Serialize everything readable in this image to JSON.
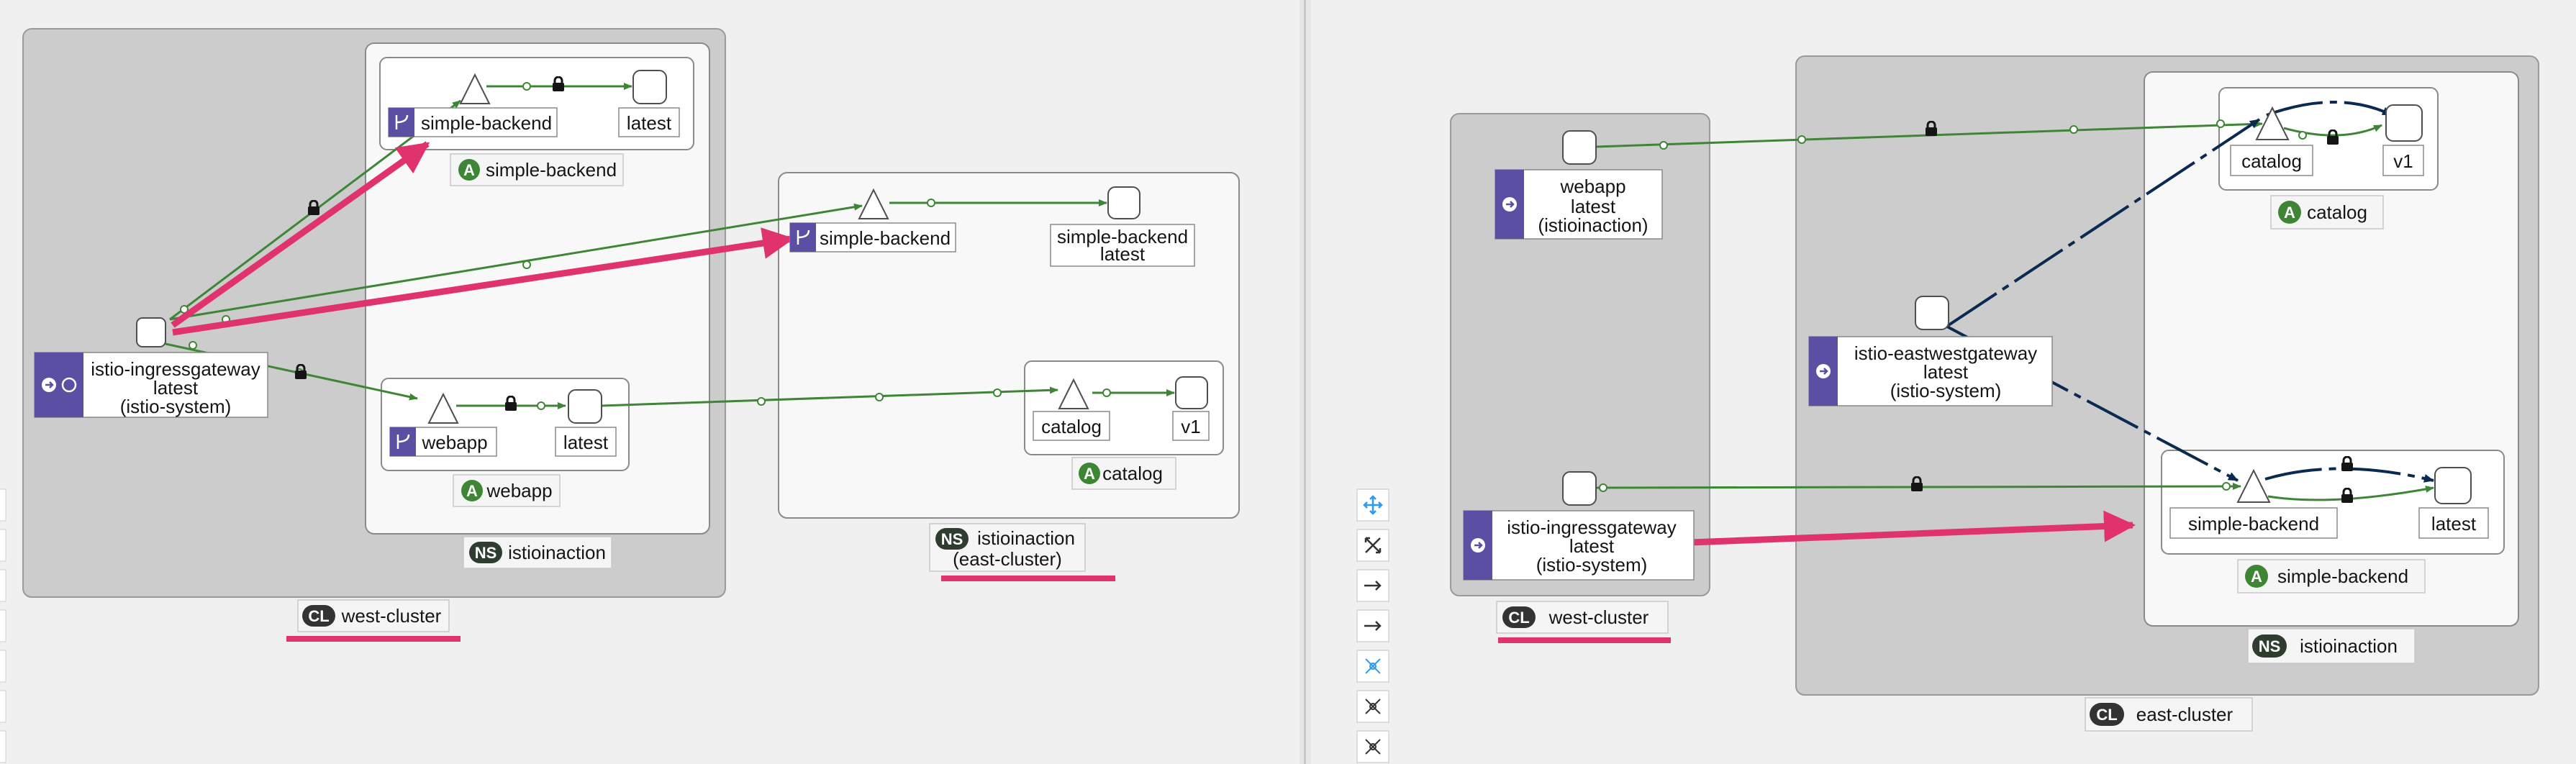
{
  "left_panel": {
    "clusters": [
      {
        "badge": "CL",
        "name": "west-cluster"
      }
    ],
    "namespaces": [
      {
        "badge": "NS",
        "name": "istioinaction"
      },
      {
        "badge": "NS",
        "name": "istioinaction",
        "sub": "(east-cluster)"
      }
    ],
    "apps": [
      {
        "badge": "A",
        "name": "simple-backend"
      },
      {
        "badge": "A",
        "name": "webapp"
      },
      {
        "badge": "A",
        "name": "catalog"
      }
    ],
    "nodes": {
      "gateway": [
        "istio-ingressgateway",
        "latest",
        "(istio-system)"
      ],
      "svc_simple_backend": "simple-backend",
      "ver_simple_backend": "latest",
      "svc_webapp": "webapp",
      "ver_webapp": "latest",
      "east_svc_simple_backend": "simple-backend",
      "east_wl_simple_backend": [
        "simple-backend",
        "latest"
      ],
      "svc_catalog": "catalog",
      "ver_catalog": "v1"
    }
  },
  "right_panel": {
    "clusters": [
      {
        "badge": "CL",
        "name": "west-cluster"
      },
      {
        "badge": "CL",
        "name": "east-cluster"
      }
    ],
    "namespaces": [
      {
        "badge": "NS",
        "name": "istioinaction"
      }
    ],
    "apps": [
      {
        "badge": "A",
        "name": "catalog"
      },
      {
        "badge": "A",
        "name": "simple-backend"
      }
    ],
    "nodes": {
      "webapp": [
        "webapp",
        "latest",
        "(istioinaction)"
      ],
      "ingress": [
        "istio-ingressgateway",
        "latest",
        "(istio-system)"
      ],
      "eastwest": [
        "istio-eastwestgateway",
        "latest",
        "(istio-system)"
      ],
      "svc_catalog": "catalog",
      "ver_catalog": "v1",
      "svc_simple_backend": "simple-backend",
      "ver_simple_backend": "latest"
    }
  },
  "toolbar": {
    "buttons": [
      "pan-icon",
      "fit-icon",
      "layout-1-icon",
      "layout-2-icon",
      "layout-3-icon",
      "layout-4-icon",
      "layout-5-icon"
    ]
  },
  "colors": {
    "edge_green": "#3e8635",
    "edge_navy": "#0a2a4f",
    "highlight": "#e0336e",
    "badge_purple": "#5a4fa3",
    "app_badge": "#3e8635",
    "cluster_bg": "#cccccc"
  }
}
